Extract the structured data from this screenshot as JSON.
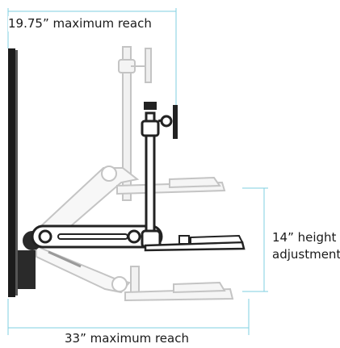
{
  "diagram": {
    "labels": {
      "max_reach_top": "19.75” maximum reach",
      "height_line_1": "14” height",
      "height_line_2": "adjustment",
      "max_reach_bottom": "33” maximum reach"
    },
    "colors": {
      "dimension_line": "#7fcfe0",
      "arm_dark": "#222222",
      "ghost": "#c8c8c8"
    }
  }
}
